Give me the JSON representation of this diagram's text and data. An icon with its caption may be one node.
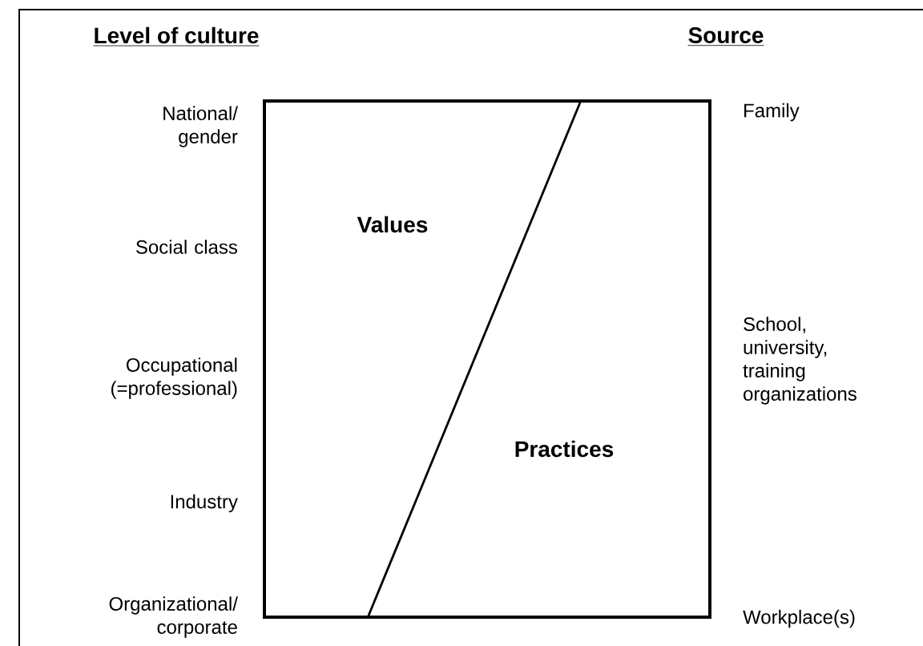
{
  "diagram": {
    "nodes": [
      {
        "text": [
          "Values",
          "Practices"
        ]
      }
    ],
    "edges": [],
    "labels": [
      "Level of culture",
      "Source",
      "National/ gender",
      "Family",
      "Social class",
      "School, university, training organizations",
      "Occupational (=professional)",
      "Industry",
      "Organizational/ corporate",
      "Workplace(s)"
    ]
  }
}
